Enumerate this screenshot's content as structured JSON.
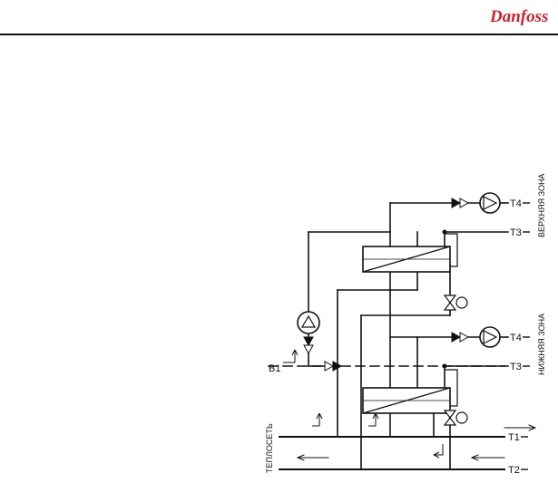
{
  "brand": {
    "logo_text": "Danfoss",
    "logo_color": "#d0202e"
  },
  "labels": {
    "t4_upper": "T4",
    "t3_upper": "T3",
    "zone_upper": "ВЕРХНЯЯ ЗОНА",
    "t4_lower": "T4",
    "t3_lower": "T3",
    "zone_lower": "НИЖНЯЯ ЗОНА",
    "b1": "B1",
    "network": "ТЕПЛОСЕТЬ",
    "t1": "T1",
    "t2": "T2"
  }
}
